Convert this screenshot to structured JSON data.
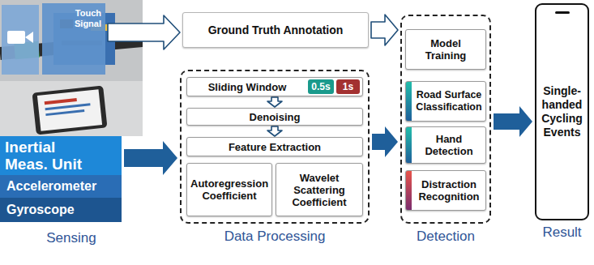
{
  "diagram": {
    "nodes": [
      {
        "text": [
          "Touch Signal"
        ]
      },
      {
        "text": [
          "Inertial Meas. Unit"
        ]
      },
      {
        "text": [
          "Accelerometer"
        ],
        "in": 1
      },
      {
        "text": [
          "Gyroscope"
        ],
        "in": 1
      },
      {
        "text": [
          "Ground Truth Annotation"
        ]
      },
      {
        "text": [
          "Data Processing"
        ]
      },
      {
        "text": [
          "Sliding Window"
        ],
        "in": 5
      },
      {
        "text": [
          "0.5s"
        ],
        "in": 6
      },
      {
        "text": [
          "1s"
        ],
        "in": 6
      },
      {
        "text": [
          "Denoising"
        ],
        "in": 5
      },
      {
        "text": [
          "Feature Extraction"
        ],
        "in": 5
      },
      {
        "text": [
          "Autoregression Coefficient"
        ],
        "in": 5
      },
      {
        "text": [
          "Wavelet Scattering Coefficient"
        ],
        "in": 5
      },
      {
        "text": [
          "Detection"
        ]
      },
      {
        "text": [
          "Model Training"
        ],
        "in": 13
      },
      {
        "text": [
          "Road Surface Classification"
        ],
        "in": 13
      },
      {
        "text": [
          "Hand Detection"
        ],
        "in": 13
      },
      {
        "text": [
          "Distraction Recognition"
        ],
        "in": 13
      },
      {
        "text": [
          "Single-handed Cycling Events",
          "Result"
        ]
      }
    ],
    "edges": [
      {
        "from": 0,
        "to": 4,
        "arrow": "to"
      },
      {
        "from": 1,
        "to": 5,
        "arrow": "to"
      },
      {
        "from": 4,
        "to": 13,
        "arrow": "to"
      },
      {
        "from": 5,
        "to": 13,
        "arrow": "to"
      },
      {
        "from": 13,
        "to": 18,
        "arrow": "to"
      },
      {
        "from": 6,
        "to": 9,
        "arrow": "to"
      },
      {
        "from": 9,
        "to": 10,
        "arrow": "to"
      }
    ],
    "labels": [
      "Sensing"
    ]
  }
}
